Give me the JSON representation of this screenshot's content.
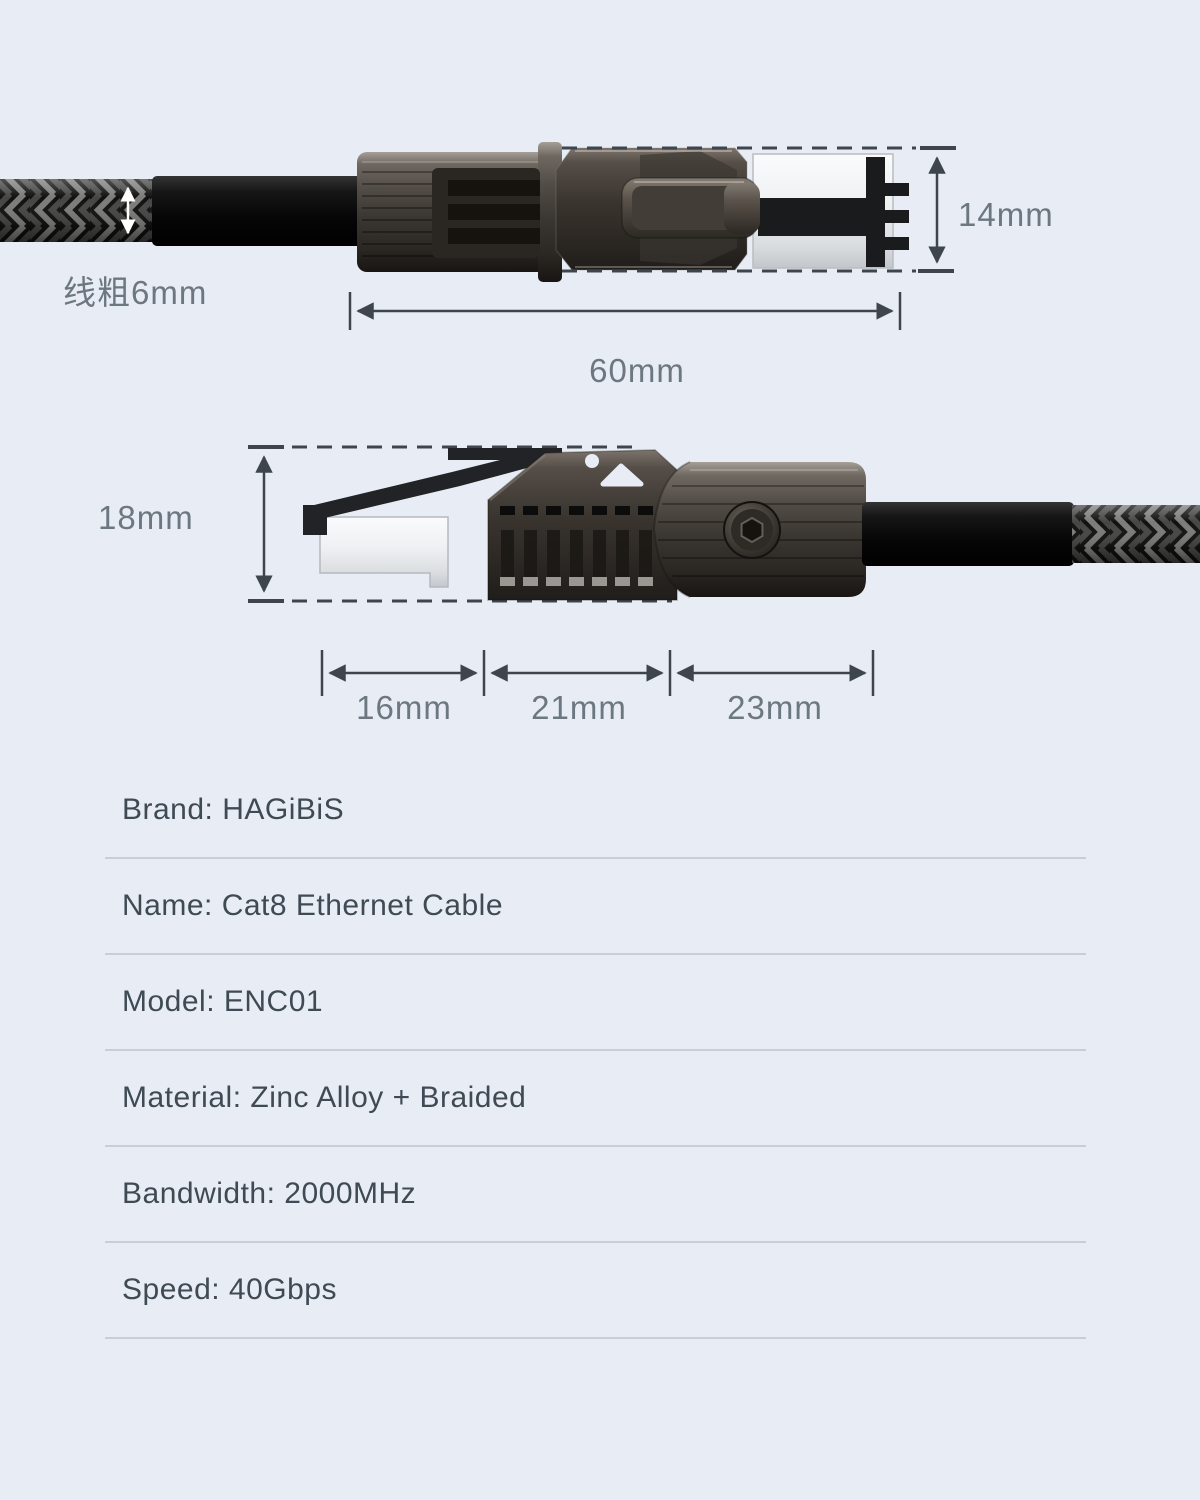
{
  "annotations": {
    "cable_thickness_label": "线粗6mm",
    "top_height_label": "14mm",
    "top_length_label": "60mm",
    "side_height_label": "18mm",
    "side_segment_labels": [
      "16mm",
      "21mm",
      "23mm"
    ]
  },
  "spec_list": {
    "rows": [
      {
        "label": "Brand",
        "value": "HAGiBiS",
        "text": "Brand: HAGiBiS"
      },
      {
        "label": "Name",
        "value": "Cat8 Ethernet Cable",
        "text": "Name: Cat8 Ethernet Cable"
      },
      {
        "label": "Model",
        "value": "ENC01",
        "text": "Model: ENC01"
      },
      {
        "label": "Material",
        "value": "Zinc Alloy + Braided",
        "text": "Material: Zinc Alloy + Braided"
      },
      {
        "label": "Bandwidth",
        "value": "2000MHz",
        "text": "Bandwidth: 2000MHz"
      },
      {
        "label": "Speed",
        "value": "40Gbps",
        "text": "Speed: 40Gbps"
      }
    ]
  },
  "colors": {
    "background": "#e8edf5",
    "spec_text": "#3f4a54",
    "dimension_text": "#6d7781",
    "divider": "#c9ced4",
    "annotation_line": "#3e454d"
  }
}
